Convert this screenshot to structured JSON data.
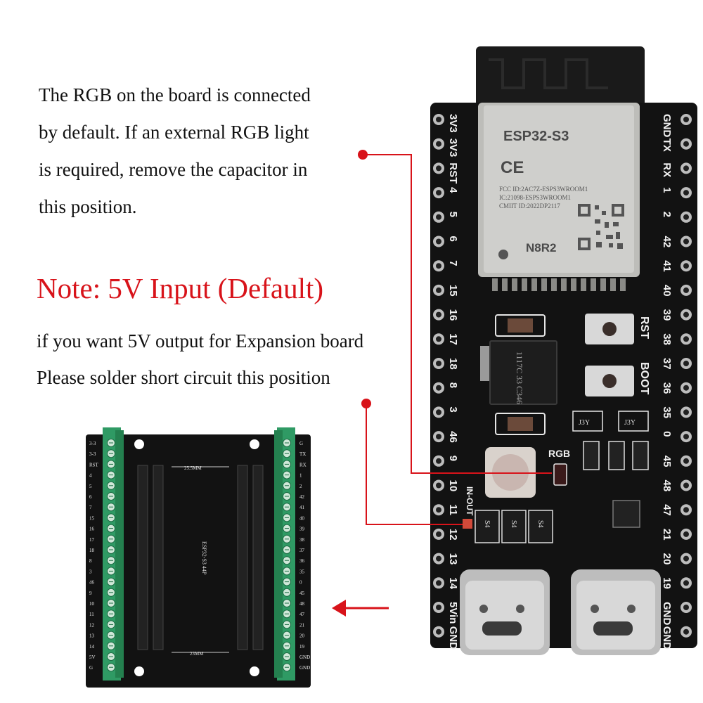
{
  "rgb_note": {
    "lines": [
      "The RGB on the board is connected",
      "by default. If an external RGB light",
      "is required, remove the capacitor in",
      "this position."
    ]
  },
  "power_note": {
    "title": "Note: 5V Input (Default)",
    "lines": [
      "if you want 5V output for Expansion board",
      "Please solder short circuit this position"
    ]
  },
  "devboard": {
    "module_name": "ESP32-S3",
    "ce_mark": "CE",
    "fcc_id": "FCC ID:2AC7Z-ESPS3WROOM1",
    "ic_id": "IC:21098-ESPS3WROOM1",
    "cmiit_id": "CMIIT ID:2022DP2117",
    "memory_variant": "N8R2",
    "rgb_label": "RGB",
    "rst_label": "RST",
    "boot_label": "BOOT",
    "in_out_label": "IN-OUT",
    "regulator_text": "1117C 33 C346",
    "diode_label": "S4",
    "jumper_label": "J3Y",
    "left_pins": [
      "3V3",
      "3V3",
      "RST",
      "4",
      "5",
      "6",
      "7",
      "15",
      "16",
      "17",
      "18",
      "8",
      "3",
      "46",
      "9",
      "10",
      "11",
      "12",
      "13",
      "14",
      "5Vin",
      "GND"
    ],
    "right_pins": [
      "GND",
      "TX",
      "RX",
      "1",
      "2",
      "42",
      "41",
      "40",
      "39",
      "38",
      "37",
      "36",
      "35",
      "0",
      "45",
      "48",
      "47",
      "21",
      "20",
      "19",
      "GND",
      "GND"
    ]
  },
  "expansion_board": {
    "chip_label": "ESP32-S3  44P",
    "pitch_label": "25.5MM",
    "pitch_label_bottom": "23MM",
    "left_pins": [
      "3-3",
      "3-3",
      "RST",
      "4",
      "5",
      "6",
      "7",
      "15",
      "16",
      "17",
      "18",
      "8",
      "3",
      "46",
      "9",
      "10",
      "11",
      "12",
      "13",
      "14",
      "5V",
      "G"
    ],
    "right_pins": [
      "G",
      "TX",
      "RX",
      "1",
      "2",
      "42",
      "41",
      "40",
      "39",
      "38",
      "37",
      "36",
      "35",
      "0",
      "45",
      "48",
      "47",
      "21",
      "20",
      "19",
      "GND",
      "GND"
    ]
  },
  "colors": {
    "accent_red": "#d8131a",
    "pcb_black": "#121212",
    "terminal_green": "#2f9a64",
    "module_silver": "#c9c9c6"
  }
}
